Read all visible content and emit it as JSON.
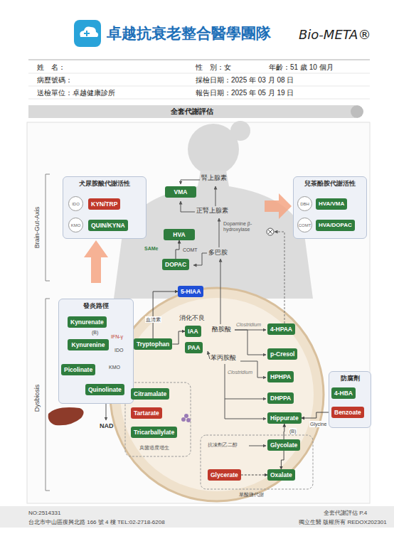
{
  "diagram": {
    "title": "全套代謝評估",
    "nodes": [
      {
        "text": [
          "犬尿胺酸代謝活性"
        ]
      },
      {
        "text": [
          "IDO"
        ],
        "in": 0
      },
      {
        "text": [
          "KYN/TRP"
        ],
        "in": 0
      },
      {
        "text": [
          "KMO"
        ],
        "in": 0
      },
      {
        "text": [
          "QUIN/KYNA"
        ],
        "in": 0
      },
      {
        "text": [
          "兒茶酚胺代謝活性"
        ]
      },
      {
        "text": [
          "DBH"
        ],
        "in": 5
      },
      {
        "text": [
          "HVA/VMA"
        ],
        "in": 5
      },
      {
        "text": [
          "COMT"
        ],
        "in": 5
      },
      {
        "text": [
          "HVA/DOPAC"
        ],
        "in": 5
      },
      {
        "text": [
          "VMA"
        ]
      },
      {
        "text": [
          "HVA"
        ]
      },
      {
        "text": [
          "DOPAC"
        ]
      },
      {
        "text": [
          "5-HIAA"
        ]
      },
      {
        "text": [
          "發炎路徑"
        ]
      },
      {
        "text": [
          "Kynurenate"
        ],
        "in": 14
      },
      {
        "text": [
          "Kynurenine"
        ],
        "in": 14
      },
      {
        "text": [
          "Picolinate"
        ],
        "in": 14
      },
      {
        "text": [
          "Quinolinate"
        ],
        "in": 14
      },
      {
        "text": [
          "Tryptophan"
        ]
      },
      {
        "text": [
          "IAA"
        ]
      },
      {
        "text": [
          "PAA"
        ]
      },
      {
        "text": [
          "4-HPAA"
        ]
      },
      {
        "text": [
          "p-Cresol"
        ]
      },
      {
        "text": [
          "HPHPA"
        ]
      },
      {
        "text": [
          "DHPPA"
        ]
      },
      {
        "text": [
          "Hippurate"
        ]
      },
      {
        "text": [
          "Citramalate"
        ]
      },
      {
        "text": [
          "Tartarate"
        ]
      },
      {
        "text": [
          "Tricarballylate"
        ]
      },
      {
        "text": [
          "防腐劑"
        ]
      },
      {
        "text": [
          "4-HBA"
        ],
        "in": 30
      },
      {
        "text": [
          "Benzoate"
        ],
        "in": 30
      },
      {
        "text": [
          "Glycolate"
        ]
      },
      {
        "text": [
          "Glycerate"
        ]
      },
      {
        "text": [
          "Oxalate"
        ]
      }
    ],
    "edges": [
      {
        "from": 16,
        "to": 15,
        "arrow": "to",
        "label": "(B)"
      },
      {
        "from": 16,
        "to": 17,
        "arrow": "to"
      },
      {
        "from": 16,
        "to": 18,
        "arrow": "to",
        "label": "KMO"
      },
      {
        "from": 19,
        "to": 16,
        "arrow": "to",
        "label": "IDO"
      },
      {
        "from": 19,
        "to": 13,
        "arrow": "to",
        "label": "血清素"
      },
      {
        "from": 19,
        "to": 20,
        "arrow": "to"
      },
      {
        "from": 12,
        "to": 11,
        "arrow": "to",
        "label": "COMT"
      },
      {
        "from": 32,
        "to": 26,
        "arrow": "to",
        "label": "Glycine"
      },
      {
        "from": 34,
        "to": 35,
        "arrow": "to"
      },
      {
        "from": 33,
        "to": 35,
        "arrow": "to"
      },
      {
        "from": 33,
        "to": 26,
        "arrow": "to",
        "label": "(B)"
      }
    ],
    "labels": [
      "卓越抗衰老整合醫學團隊",
      "Bio-META®",
      "姓　名：",
      "性　別：女",
      "年齡：51 歲 10 個月",
      "病歷號碼：",
      "採檢日期：2025 年 03 月 08 日",
      "送檢單位：卓越健康診所",
      "報告日期：2025 年 05 月 19 日",
      "Brain-Gut-Axis",
      "Dysbiosis",
      "腎上腺素",
      "正腎上腺素",
      "Dopamine β-hydroxylase",
      "多巴胺",
      "SAMe",
      "消化不良",
      "酪胺酸",
      "苯丙胺酸",
      "Clostridium",
      "Clostridium",
      "IFN-γ",
      "NAD",
      "真菌過度增生",
      "抗凍劑乙二醇",
      "草酸鹽代謝",
      "NO:2514331",
      "全套代謝評估 P.4",
      "台北市中山區復興北路 166 號 4 樓 TEL:02-2718-6208",
      "獨立生醫 版權所有 REDOX202301"
    ]
  }
}
